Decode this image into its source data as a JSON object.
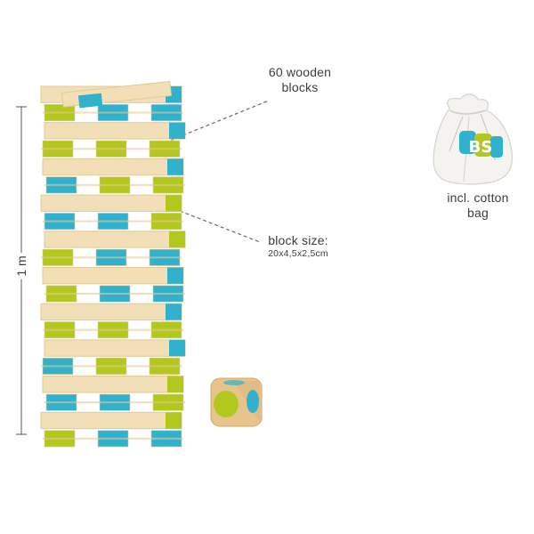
{
  "annotations": {
    "blocks_count": [
      "60 wooden",
      "blocks"
    ],
    "block_size": {
      "title": "block size:",
      "dims": "20x4,5x2,5cm"
    },
    "bag": [
      "incl. cotton",
      "bag"
    ],
    "height": "1 m",
    "bag_logo": "BS"
  },
  "colors": {
    "wood": "#f2dfb8",
    "wood_shadow": "#e2c995",
    "blue": "#32b1cd",
    "green": "#b3c81f",
    "dashed_line": "#6a6a6a"
  },
  "icons": [
    "dice-icon",
    "cotton-bag-icon"
  ]
}
